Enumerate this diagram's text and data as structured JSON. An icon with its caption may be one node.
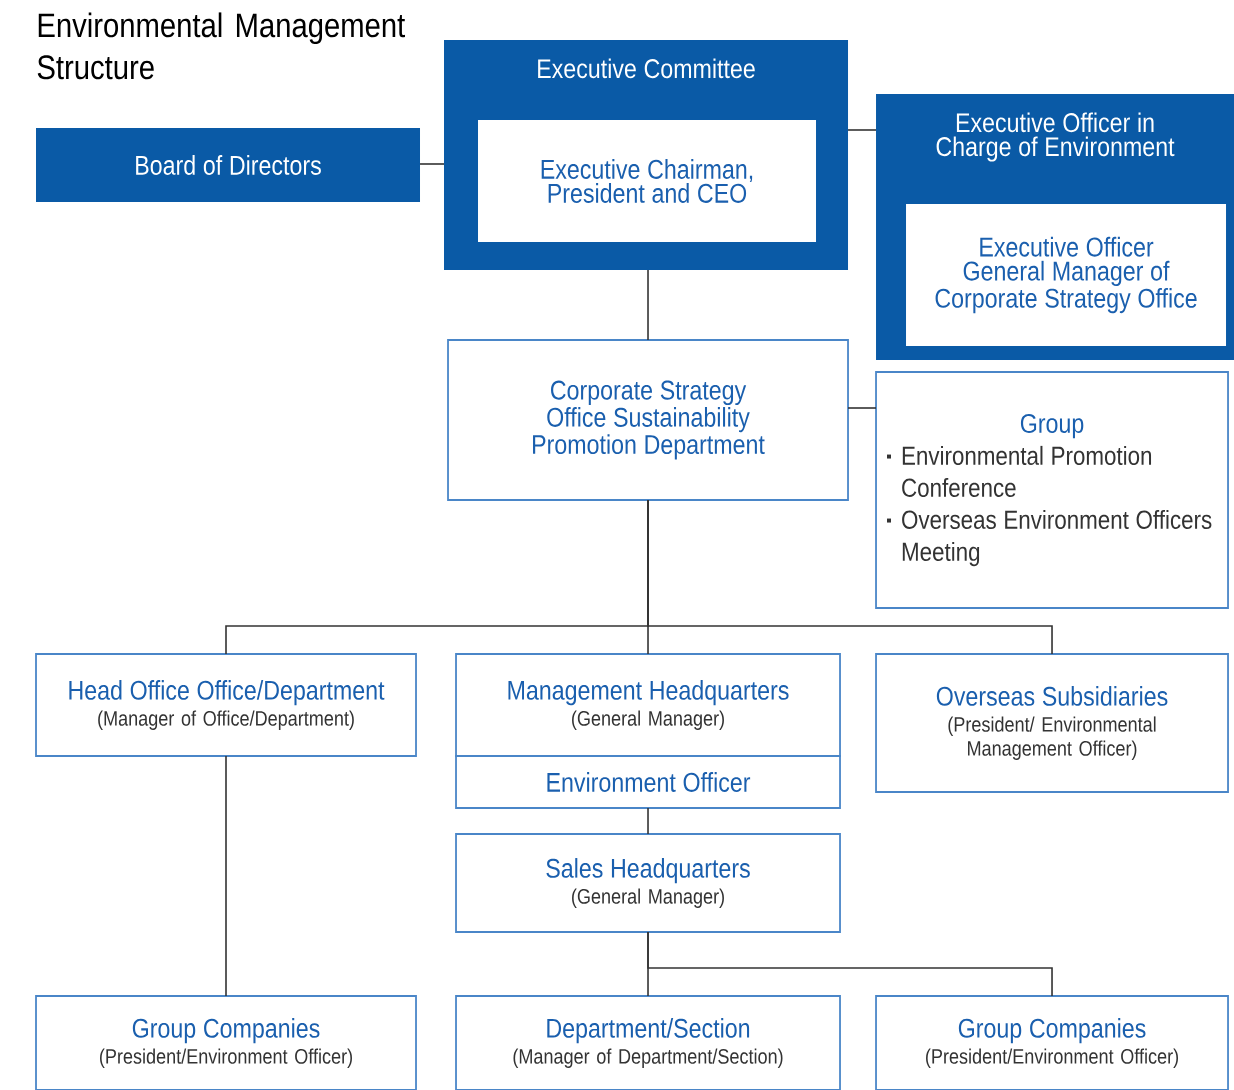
{
  "diagram": {
    "title": "Environmental Management Structure",
    "nodes": [
      {
        "text": [
          "Executive Committee"
        ]
      },
      {
        "text": [
          "Executive Chairman, President and CEO"
        ],
        "in": 0
      },
      {
        "text": [
          "Board of Directors"
        ]
      },
      {
        "text": [
          "Executive Officer in Charge of Environment"
        ]
      },
      {
        "text": [
          "Executive Officer General Manager of Corporate Strategy Office"
        ],
        "in": 3
      },
      {
        "text": [
          "Corporate Strategy Office Sustainability Promotion Department"
        ]
      },
      {
        "text": [
          "Group",
          "Environmental Promotion Conference",
          "Overseas Environment Officers Meeting"
        ]
      },
      {
        "text": [
          "Head Office Office/Department",
          "(Manager of Office/Department)"
        ]
      },
      {
        "text": [
          "Management Headquarters",
          "(General Manager)"
        ]
      },
      {
        "text": [
          "Environment Officer"
        ]
      },
      {
        "text": [
          "Overseas Subsidiaries",
          "(President/ Environmental Management Officer)"
        ]
      },
      {
        "text": [
          "Sales Headquarters",
          "(General Manager)"
        ]
      },
      {
        "text": [
          "Group Companies",
          "(President/Environment Officer)"
        ]
      },
      {
        "text": [
          "Department/Section",
          "(Manager of Department/Section)"
        ]
      },
      {
        "text": [
          "Group Companies",
          "(President/Environment Officer)"
        ]
      }
    ],
    "edges": [
      {
        "from": 2,
        "to": 0,
        "arrow": "none"
      },
      {
        "from": 0,
        "to": 5,
        "arrow": "none"
      },
      {
        "from": 0,
        "to": 3,
        "arrow": "none"
      },
      {
        "from": 5,
        "to": 6,
        "arrow": "none"
      },
      {
        "from": 5,
        "to": 7,
        "arrow": "none"
      },
      {
        "from": 5,
        "to": 8,
        "arrow": "none"
      },
      {
        "from": 5,
        "to": 10,
        "arrow": "none"
      },
      {
        "from": 7,
        "to": 12,
        "arrow": "none"
      },
      {
        "from": 9,
        "to": 11,
        "arrow": "none"
      },
      {
        "from": 11,
        "to": 13,
        "arrow": "none"
      },
      {
        "from": 11,
        "to": 14,
        "arrow": "none"
      }
    ]
  }
}
